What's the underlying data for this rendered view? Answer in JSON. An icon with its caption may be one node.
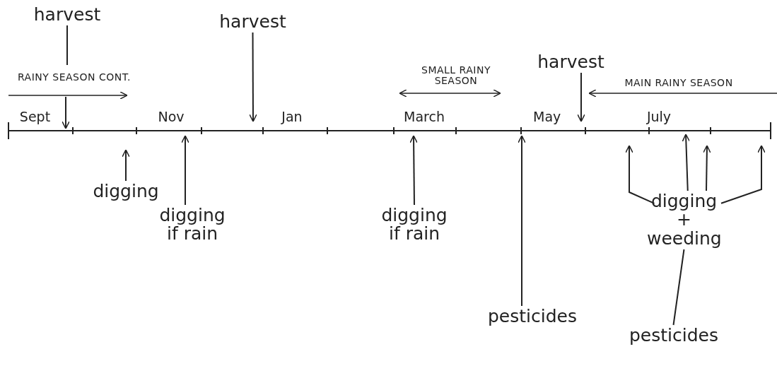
{
  "diagram": {
    "nodes": [
      {
        "text": [
          "harvest"
        ]
      },
      {
        "text": [
          "harvest"
        ]
      },
      {
        "text": [
          "harvest"
        ]
      },
      {
        "text": [
          "digging"
        ]
      },
      {
        "text": [
          "digging if rain"
        ]
      },
      {
        "text": [
          "digging if rain"
        ]
      },
      {
        "text": [
          "pesticides"
        ]
      },
      {
        "text": [
          "digging + weeding"
        ]
      },
      {
        "text": [
          "pesticides"
        ]
      }
    ],
    "edges": [
      {
        "from": 0,
        "to": null,
        "arrow": "to"
      },
      {
        "from": 1,
        "to": null,
        "arrow": "to"
      },
      {
        "from": 2,
        "to": null,
        "arrow": "to"
      },
      {
        "from": 3,
        "to": null,
        "arrow": "to"
      },
      {
        "from": 4,
        "to": null,
        "arrow": "to"
      },
      {
        "from": 5,
        "to": null,
        "arrow": "to"
      },
      {
        "from": 6,
        "to": null,
        "arrow": "to"
      },
      {
        "from": 7,
        "to": null,
        "arrow": "to"
      },
      {
        "from": 7,
        "to": null,
        "arrow": "to"
      },
      {
        "from": 7,
        "to": null,
        "arrow": "to"
      },
      {
        "from": 7,
        "to": null,
        "arrow": "to"
      },
      {
        "from": 8,
        "to": 7,
        "arrow": "none"
      }
    ],
    "labels": [
      "RAINY SEASON CONT.",
      "SMALL RAINY SEASON",
      "MAIN RAINY SEASON",
      "Sept",
      "Nov",
      "Jan",
      "March",
      "May",
      "July"
    ]
  }
}
